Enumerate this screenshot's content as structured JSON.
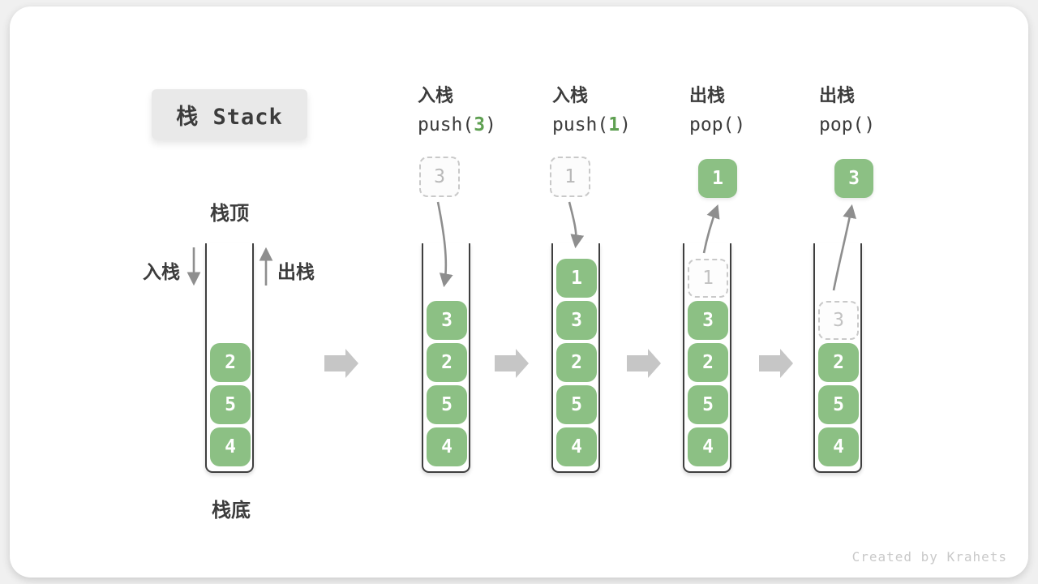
{
  "title": "栈 Stack",
  "labels": {
    "stack_top": "栈顶",
    "stack_bottom": "栈底",
    "push": "入栈",
    "pop": "出栈"
  },
  "operations": [
    {
      "name": "入栈",
      "fn": "push(",
      "arg": "3",
      "close": ")"
    },
    {
      "name": "入栈",
      "fn": "push(",
      "arg": "1",
      "close": ")"
    },
    {
      "name": "出栈",
      "fn": "pop(",
      "arg": "",
      "close": ")"
    },
    {
      "name": "出栈",
      "fn": "pop(",
      "arg": "",
      "close": ")"
    }
  ],
  "stacks": [
    {
      "blocks": [
        "2",
        "5",
        "4"
      ]
    },
    {
      "blocks": [
        "3",
        "2",
        "5",
        "4"
      ],
      "incoming": "3"
    },
    {
      "blocks": [
        "1",
        "3",
        "2",
        "5",
        "4"
      ],
      "incoming": "1"
    },
    {
      "blocks": [
        "3",
        "2",
        "5",
        "4"
      ],
      "ghost": "1",
      "popped": "1"
    },
    {
      "blocks": [
        "2",
        "5",
        "4"
      ],
      "ghost": "3",
      "popped": "3"
    }
  ],
  "watermark": "Created by Krahets",
  "colors": {
    "block_green": "#8CC084",
    "arg_green": "#5FA052",
    "ink": "#3C3C3C",
    "wall_gray": "#3F3F3F",
    "curve_gray": "#8E8E8E",
    "flow_gray": "#C6C6C6",
    "ghost_gray": "#C9C9C9",
    "title_bg": "#E9E9E9",
    "watermark_gray": "#C9C9C9"
  }
}
